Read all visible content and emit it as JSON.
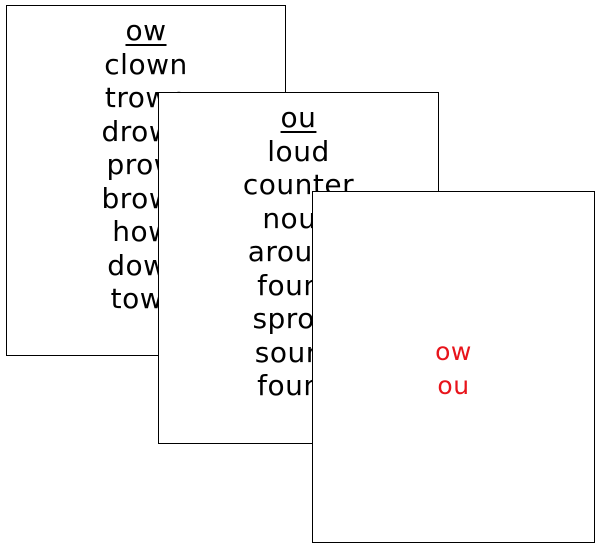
{
  "colors": {
    "heading_red": "#e8141b",
    "text_black": "#000000",
    "border": "#000000"
  },
  "cards": {
    "ow": {
      "heading": "ow",
      "words": [
        "clown",
        "trown",
        "drown",
        "prowl",
        "brown",
        "howl",
        "down",
        "town"
      ]
    },
    "ou": {
      "heading": "ou",
      "words": [
        "loud",
        "counter",
        "noun",
        "around",
        "found",
        "sprout",
        "sound",
        "found"
      ]
    },
    "control": {
      "labels": [
        "ow",
        "ou"
      ]
    }
  }
}
